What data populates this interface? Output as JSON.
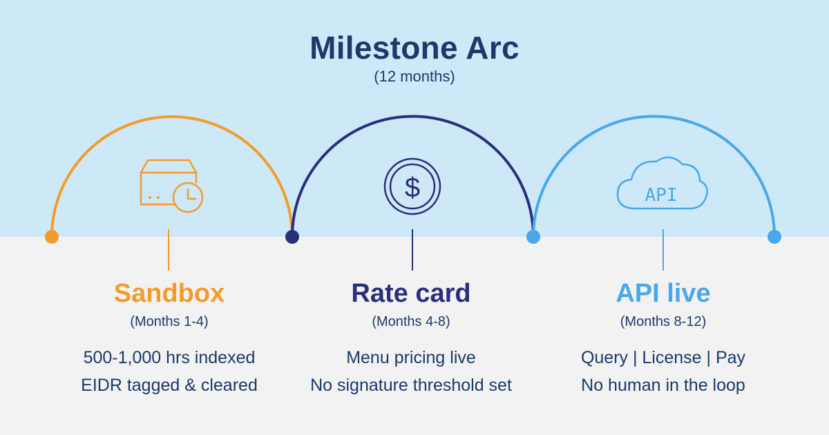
{
  "header": {
    "title": "Milestone Arc",
    "subtitle": "(12 months)"
  },
  "colors": {
    "sandbox": "#f39c2c",
    "rate_card": "#27307a",
    "api_live": "#49a7ea",
    "text": "#1b3a68",
    "top_band": "#cde8f7",
    "bottom_band": "#f2f2f3"
  },
  "phases": [
    {
      "name": "Sandbox",
      "months": "(Months 1-4)",
      "lines": [
        "500-1,000 hrs indexed",
        "EIDR tagged & cleared"
      ],
      "icon": "storage-box-clock-icon"
    },
    {
      "name": "Rate card",
      "months": "(Months 4-8)",
      "lines": [
        "Menu pricing live",
        "No signature threshold set"
      ],
      "icon": "dollar-coin-icon"
    },
    {
      "name": "API live",
      "months": "(Months 8-12)",
      "lines": [
        "Query | License | Pay",
        "No human in the loop"
      ],
      "icon": "cloud-api-icon"
    }
  ],
  "icons": {
    "api_label": "API"
  }
}
